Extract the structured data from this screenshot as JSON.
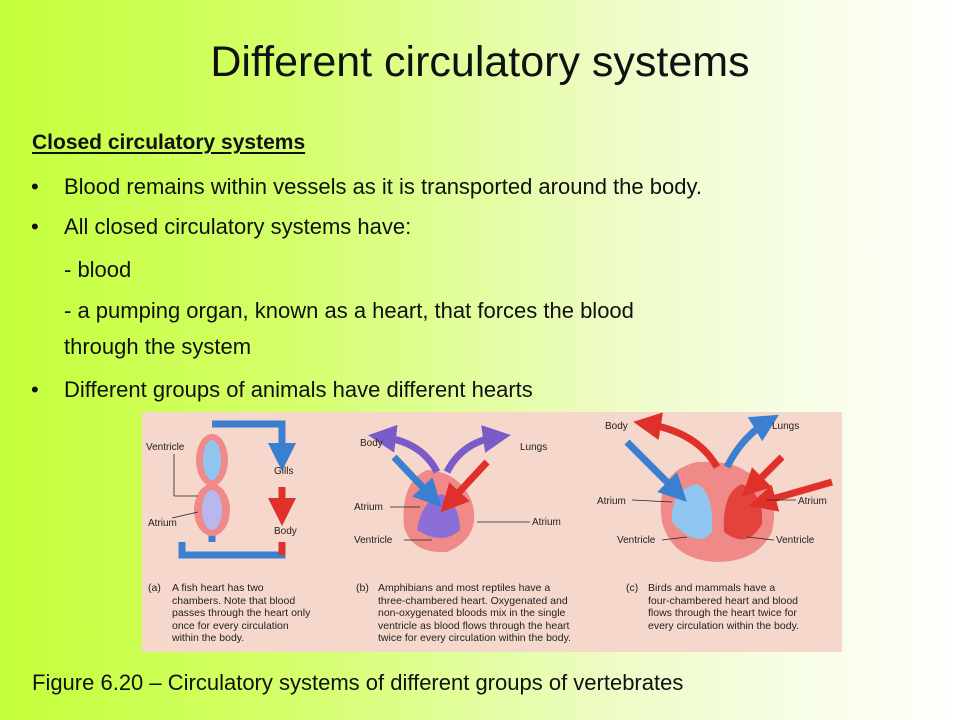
{
  "slide": {
    "title": "Different circulatory systems",
    "subheading": "Closed circulatory systems",
    "bullets": [
      "Blood remains within vessels as it is transported around the body.",
      "All closed circulatory systems have:",
      "Different groups of animals have different hearts"
    ],
    "dash_items": [
      "- blood",
      "- a pumping organ, known as a heart, that forces the blood",
      "through the system"
    ],
    "bullet_glyph": "•",
    "figure_caption": "Figure 6.20 – Circulatory systems of different groups of vertebrates"
  },
  "figure": {
    "panel_a": {
      "labels": {
        "ventricle": "Ventricle",
        "atrium": "Atrium",
        "gills": "Gills",
        "body": "Body"
      },
      "caption_letter": "(a)",
      "caption_lines": [
        "A fish heart has two",
        "chambers. Note that blood",
        "passes through the heart only",
        "once for every circulation",
        "within the body."
      ]
    },
    "panel_b": {
      "labels": {
        "body": "Body",
        "lungs": "Lungs",
        "atrium_left": "Atrium",
        "atrium_right": "Atrium",
        "ventricle": "Ventricle"
      },
      "caption_letter": "(b)",
      "caption_lines": [
        "Amphibians and most reptiles have a",
        "three-chambered heart. Oxygenated and",
        "non-oxygenated bloods mix in the single",
        "ventricle as blood flows through the heart",
        "twice for every circulation within the body."
      ]
    },
    "panel_c": {
      "labels": {
        "body": "Body",
        "lungs": "Lungs",
        "atrium_left": "Atrium",
        "atrium_right": "Atrium",
        "ventricle_left": "Ventricle",
        "ventricle_right": "Ventricle"
      },
      "caption_letter": "(c)",
      "caption_lines": [
        "Birds and mammals have a",
        "four-chambered heart and blood",
        "flows through the heart twice for",
        "every circulation within the body."
      ]
    },
    "colors": {
      "oxygenated": "#e0302a",
      "deoxygenated": "#3a7fd0",
      "mixed": "#7a5cc8",
      "heart_wall": "#f08a88",
      "background": "#f6d7cc"
    }
  }
}
